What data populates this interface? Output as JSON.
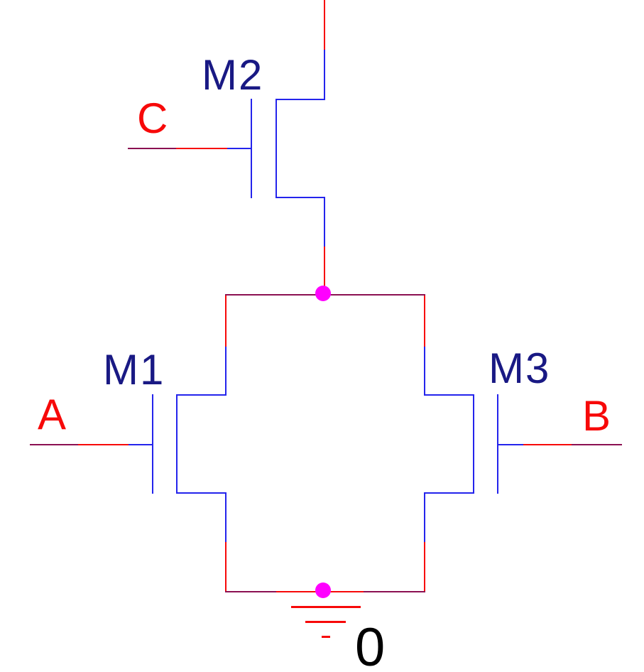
{
  "schematic": {
    "kind": "transistor circuit schematic",
    "components": {
      "m1": {
        "ref": "M1",
        "symbol": "nmos-transistor",
        "position": "left",
        "gate_net": "A"
      },
      "m2": {
        "ref": "M2",
        "symbol": "nmos-transistor",
        "position": "top",
        "gate_net": "C"
      },
      "m3": {
        "ref": "M3",
        "symbol": "nmos-transistor",
        "position": "right",
        "gate_net": "B"
      }
    },
    "nets": {
      "a": {
        "label": "A"
      },
      "b": {
        "label": "B"
      },
      "c": {
        "label": "C"
      },
      "ground": {
        "label": "0"
      }
    },
    "junctions": {
      "count": 2,
      "style": "filled magenta dot"
    },
    "colors": {
      "background": "#ffffff",
      "wire_red": "#f70909",
      "symbol_blue": "#2424ec",
      "overlap_maroon": "#8b1052",
      "junction_magenta": "#ff00ff",
      "ref_label_navy": "#191984",
      "net_label_red": "#f70909",
      "ground_label_black": "#000000"
    }
  }
}
